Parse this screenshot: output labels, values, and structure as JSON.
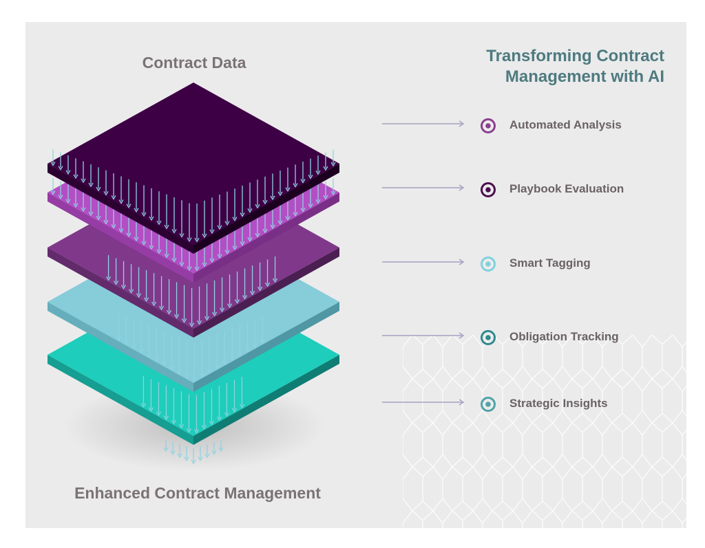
{
  "stack": {
    "title": "Contract Data",
    "footer": "Enhanced Contract Management",
    "layers": [
      {
        "name": "layer-teal",
        "top": "#1ecdbb",
        "left": "#169e92",
        "right": "#0f7d74"
      },
      {
        "name": "layer-light-blue",
        "top": "#86ccd9",
        "left": "#66aebb",
        "right": "#4f97a4"
      },
      {
        "name": "layer-mid-purple",
        "top": "#80388a",
        "left": "#632a6c",
        "right": "#4c1f53"
      },
      {
        "name": "layer-magenta",
        "top": "#b34ec4",
        "left": "#953da4",
        "right": "#7a2f86"
      },
      {
        "name": "layer-dark-plum",
        "top": "#3e0045",
        "left": "#2c0031",
        "right": "#1d0020"
      }
    ],
    "arrow_color": "#8fd3e0"
  },
  "features": {
    "title_line1": "Transforming Contract",
    "title_line2": "Management with AI",
    "items": [
      {
        "label": "Automated Analysis",
        "icon": "target-icon",
        "color": "#8b3f8f"
      },
      {
        "label": "Playbook Evaluation",
        "icon": "target-icon",
        "color": "#4a0e4e"
      },
      {
        "label": "Smart Tagging",
        "icon": "target-icon",
        "color": "#7fd0dc"
      },
      {
        "label": "Obligation Tracking",
        "icon": "target-icon",
        "color": "#2f8a8e"
      },
      {
        "label": "Strategic Insights",
        "icon": "target-icon",
        "color": "#4fa3a8"
      }
    ],
    "connector_color": "#a8a0c0"
  }
}
